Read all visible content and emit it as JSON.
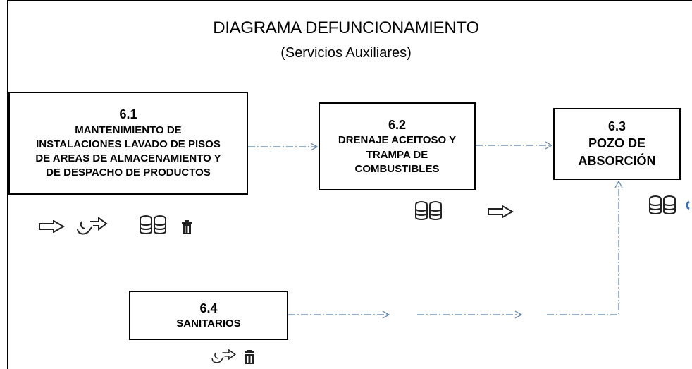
{
  "diagram": {
    "title": "DIAGRAMA DEFUNCIONAMIENTO",
    "subtitle": "(Servicios Auxiliares)",
    "nodes": [
      {
        "id": "6.1",
        "number": "6.1",
        "label": "MANTENIMIENTO DE\nINSTALACIONES LAVADO DE PISOS\nDE AREAS DE ALMACENAMIENTO Y\nDE DESPACHO  DE PRODUCTOS"
      },
      {
        "id": "6.2",
        "number": "6.2",
        "label": "DRENAJE ACEITOSO Y\nTRAMPA DE\nCOMBUSTIBLES"
      },
      {
        "id": "6.3",
        "number": "6.3",
        "label": "POZO DE\nABSORCIÓN"
      },
      {
        "id": "6.4",
        "number": "6.4",
        "label": "SANITARIOS"
      }
    ],
    "edges": [
      {
        "from": "6.1",
        "to": "6.2",
        "style": "dash-dot"
      },
      {
        "from": "6.2",
        "to": "6.3",
        "style": "dash-dot"
      },
      {
        "from": "6.4",
        "to": "6.3",
        "style": "dash-dot"
      }
    ],
    "icons": [
      {
        "name": "arrow-right-icon",
        "near": "6.1"
      },
      {
        "name": "recycle-arrow-icon",
        "near": "6.1"
      },
      {
        "name": "database-stack-icon",
        "near": "6.1"
      },
      {
        "name": "trash-icon",
        "near": "6.1"
      },
      {
        "name": "database-stack-icon",
        "near": "6.2"
      },
      {
        "name": "arrow-right-icon",
        "near": "6.2"
      },
      {
        "name": "database-stack-icon",
        "near": "6.3"
      },
      {
        "name": "recycle-arrow-icon",
        "near": "6.4"
      },
      {
        "name": "trash-icon",
        "near": "6.4"
      }
    ],
    "colors": {
      "line": "#5b7fa6",
      "box_border": "#000000",
      "icon": "#222222"
    }
  }
}
